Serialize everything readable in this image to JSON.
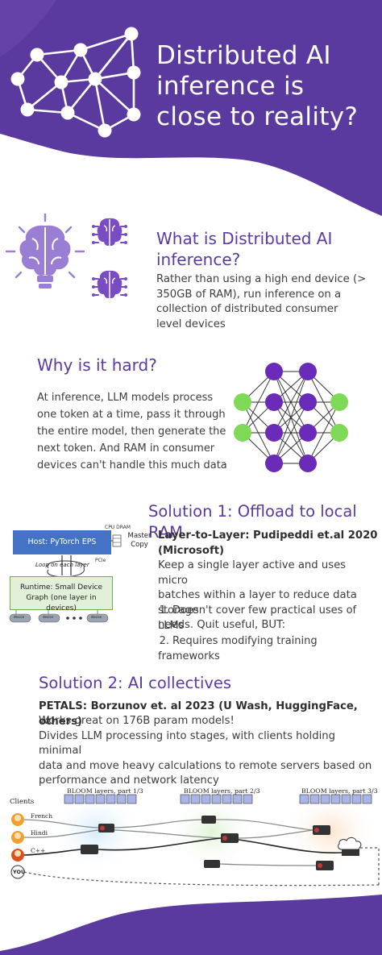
{
  "colors": {
    "brand_purple": "#5b3aa0",
    "light_purple": "#8e6cc8",
    "node_purple": "#6a2bb8",
    "node_green": "#7ed957",
    "host_blue": "#4472c4",
    "runtime_green": "#e2efd9"
  },
  "hero": {
    "title_line1": "Distributed AI",
    "title_line2": "inference is",
    "title_line3": "close to reality?",
    "illustration": "neural-network-icon"
  },
  "section_what": {
    "heading_line1": "What is Distributed AI",
    "heading_line2": "inference?",
    "body_lines": [
      "Rather than using a high end device (>",
      "350GB of RAM), run inference on a",
      "collection of distributed consumer",
      "level devices"
    ],
    "icons": [
      "brain-icon",
      "brain-circuit-icon",
      "brain-circuit-icon"
    ]
  },
  "section_hard": {
    "heading": "Why is it hard?",
    "body_lines": [
      "At inference, LLM models process",
      "one token at a time, pass it through",
      "the entire model, then generate the",
      "next token. And RAM in consumer",
      "devices can't handle this much data"
    ]
  },
  "section_solution1": {
    "heading": "Solution 1: Offload to local RAM",
    "paper_line1": "Layer-to-Layer: Pudipeddi et.al 2020",
    "paper_line2": "(Microsoft)",
    "body_lines": [
      "Keep a single layer active and uses micro",
      "batches within a layer to reduce data storage",
      "needs. Quit useful, BUT:"
    ],
    "list": [
      {
        "num": "1.",
        "text": "Doesn't cover few practical uses of LLMs"
      },
      {
        "num": "2.",
        "text": "Requires modifying training frameworks"
      }
    ],
    "diagram": {
      "host": "Host: PyTorch EPS",
      "cpu_dram": "CPU DRAM",
      "master_line1": "Master",
      "master_line2": "Copy",
      "pcie": "PCIe",
      "loop": "Loop on each layer",
      "runtime_line1": "Runtime: Small Device",
      "runtime_line2": "Graph (one layer in devices)",
      "device": "device",
      "ellipsis": "• • •"
    }
  },
  "section_solution2": {
    "heading": "Solution 2: AI collectives",
    "paper_line": "PETALS: Borzunov et. al 2023 (U Wash, HuggingFace, others)",
    "body_lines": [
      "Works great on 176B param models!",
      "Divides LLM processing into stages, with clients holding minimal",
      "data and move heavy calculations to remote servers based on",
      "performance and network latency"
    ],
    "diagram": {
      "clients_label": "Clients",
      "client_names": [
        "French",
        "Hindi",
        "C++",
        "YOU"
      ],
      "bloom_labels": [
        "BLOOM layers, part 1/3",
        "BLOOM layers, part 2/3",
        "BLOOM layers, part 3/3"
      ]
    }
  }
}
